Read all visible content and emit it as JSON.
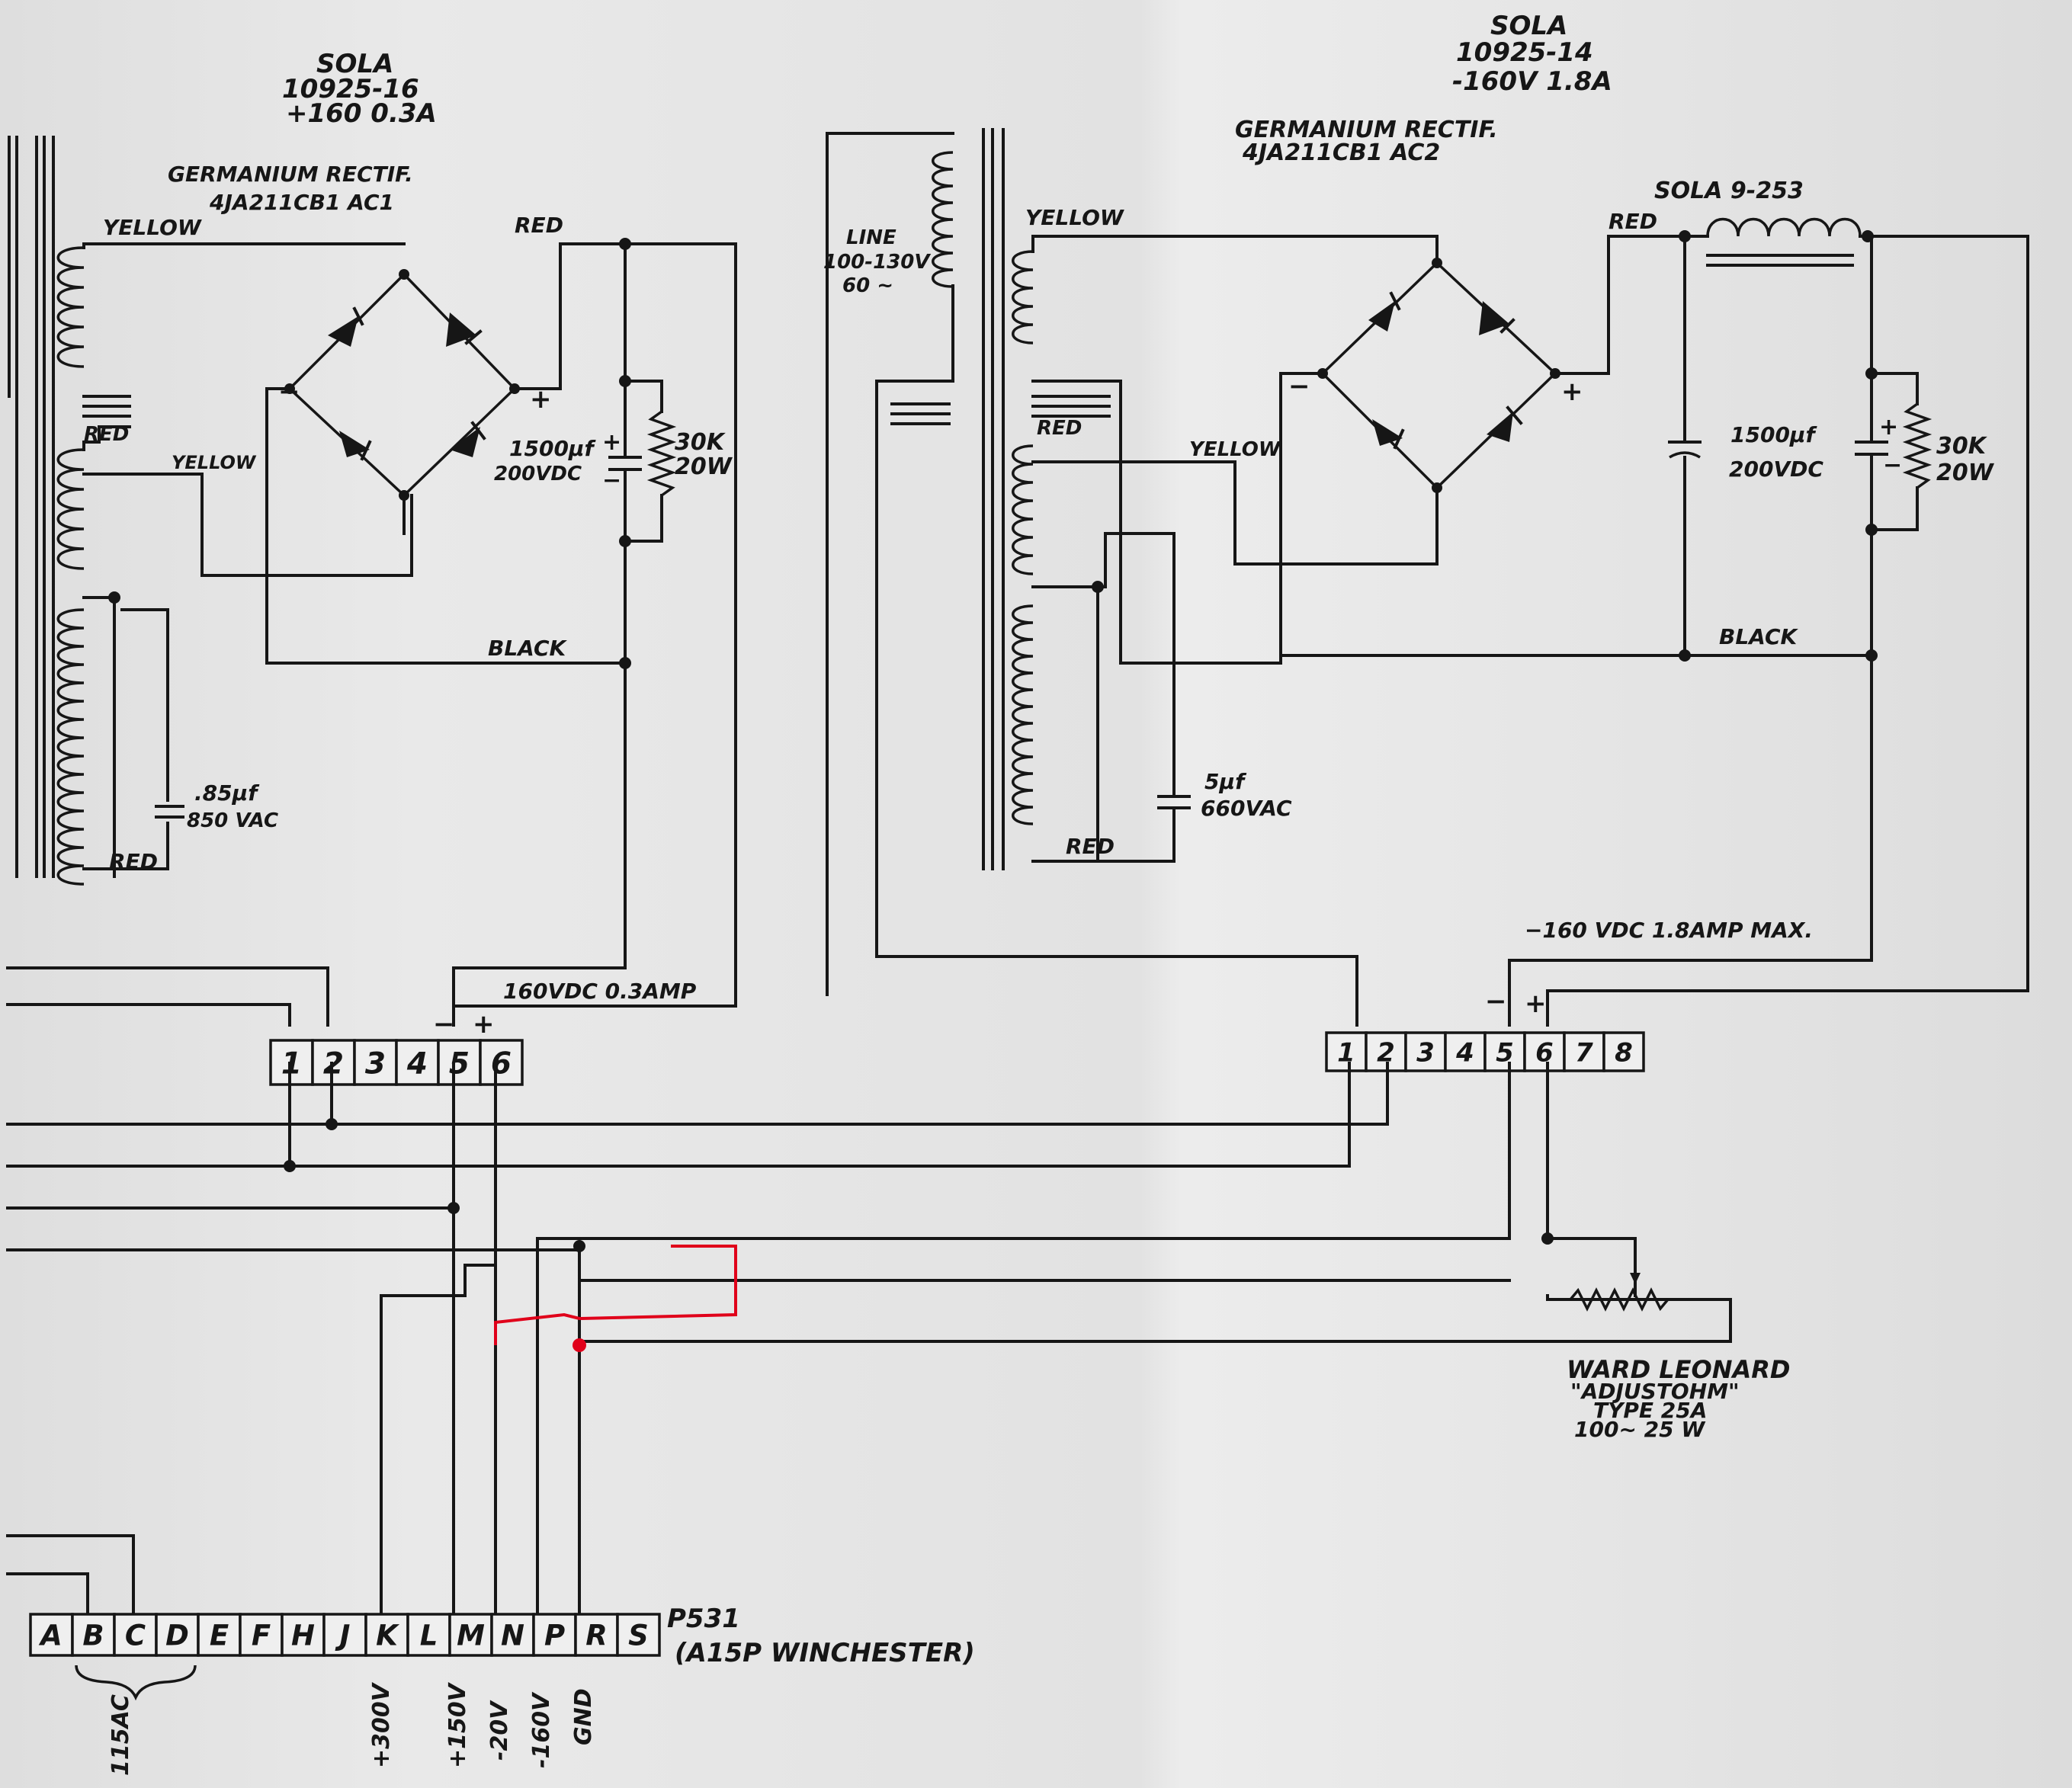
{
  "left_supply": {
    "transformer_make": "SOLA",
    "transformer_part": "10925-16",
    "transformer_rating": "+160 0.3A",
    "rectifier_label_1": "GERMANIUM RECTIF.",
    "rectifier_label_2": "4JA211CB1 AC1",
    "wire_yellow_top": "YELLOW",
    "wire_red_mid": "RED",
    "wire_yellow_mid": "YELLOW",
    "wire_red_bottom": "RED",
    "wire_red_out": "RED",
    "wire_black": "BLACK",
    "cap_label_1": "1500μf",
    "cap_label_2": "200VDC",
    "res_label_1": "30K",
    "res_label_2": "20W",
    "cap2_label_1": ".85μf",
    "cap2_label_2": "850 VAC",
    "output_label": "160VDC 0.3AMP",
    "minus": "−",
    "plus": "+"
  },
  "right_supply": {
    "transformer_make": "SOLA",
    "transformer_part": "10925-14",
    "transformer_rating": "-160V 1.8A",
    "rectifier_label_1": "GERMANIUM RECTIF.",
    "rectifier_label_2": "4JA211CB1 AC2",
    "line_label_1": "LINE",
    "line_label_2": "100-130V",
    "line_label_3": "60 ~",
    "wire_yellow_top": "YELLOW",
    "wire_red_mid": "RED",
    "wire_yellow_mid": "YELLOW",
    "wire_red_bottom": "RED",
    "wire_red_out": "RED",
    "wire_black": "BLACK",
    "choke_label": "SOLA 9-253",
    "cap_label_1": "1500μf",
    "cap_label_2": "200VDC",
    "res_label_1": "30K",
    "res_label_2": "20W",
    "cap2_label_1": "5μf",
    "cap2_label_2": "660VAC",
    "output_label": "−160 VDC 1.8AMP MAX.",
    "minus": "−",
    "plus": "+"
  },
  "terminal_left": [
    "1",
    "2",
    "3",
    "4",
    "5",
    "6"
  ],
  "terminal_right": [
    "1",
    "2",
    "3",
    "4",
    "5",
    "6",
    "7",
    "8"
  ],
  "rheostat": {
    "line1": "WARD LEONARD",
    "line2": "\"ADJUSTOHM\"",
    "line3": "TYPE 25A",
    "line4": "100~ 25 W"
  },
  "connector": {
    "pins": [
      "A",
      "B",
      "C",
      "D",
      "E",
      "F",
      "H",
      "J",
      "K",
      "L",
      "M",
      "N",
      "P",
      "R",
      "S"
    ],
    "name": "P531",
    "desc": "(A15P WINCHESTER)",
    "ac_label": "115AC",
    "pin_labels": {
      "K": "+300V",
      "M": "+150V",
      "N": "-20V",
      "P": "-160V",
      "R": "GND"
    }
  },
  "annotation_color": "#e0001a"
}
